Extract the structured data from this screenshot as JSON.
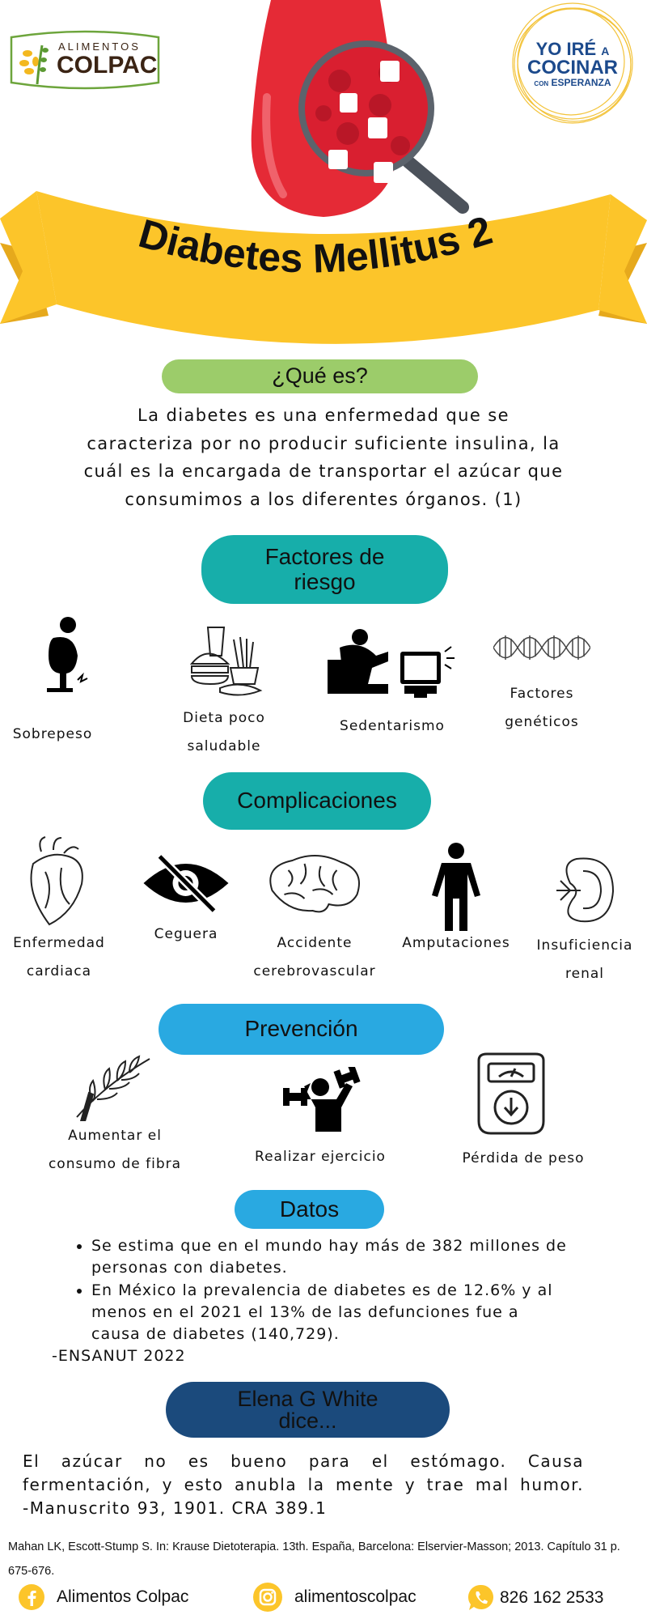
{
  "header": {
    "logo_left": {
      "line1": "ALIMENTOS",
      "line2": "COLPAC"
    },
    "logo_right": {
      "line1": "YO IRÉ",
      "line1b": "A",
      "line2": "COCINAR",
      "line3a": "CON",
      "line3b": "ESPERANZA"
    },
    "title": "Diabetes Mellitus 2"
  },
  "que_es": {
    "heading": "¿Qué es?",
    "lines": [
      "La diabetes es una enfermedad que se",
      "caracteriza por no producir suficiente insulina, la",
      "cuál es la encargada de transportar el azúcar que",
      "consumimos a los diferentes órganos. (1)"
    ]
  },
  "factores": {
    "heading": "Factores de riesgo",
    "items": [
      {
        "label": "Sobrepeso",
        "icon": "overweight-person-icon"
      },
      {
        "label": "Dieta poco saludable",
        "icon": "junk-food-icon"
      },
      {
        "label": "Sedentarismo",
        "icon": "couch-tv-icon"
      },
      {
        "label": "Factores genéticos",
        "icon": "dna-icon"
      }
    ]
  },
  "complicaciones": {
    "heading": "Complicaciones",
    "items": [
      {
        "label": "Enfermedad cardiaca",
        "icon": "heart-icon"
      },
      {
        "label": "Ceguera",
        "icon": "eye-slash-icon"
      },
      {
        "label": "Accidente cerebrovascular",
        "icon": "brain-icon"
      },
      {
        "label": "Amputaciones",
        "icon": "person-icon"
      },
      {
        "label": "Insuficiencia renal",
        "icon": "kidney-icon"
      }
    ]
  },
  "prevencion": {
    "heading": "Prevención",
    "items": [
      {
        "label": "Aumentar el consumo de fibra",
        "icon": "wheat-icon"
      },
      {
        "label": "Realizar ejercicio",
        "icon": "dumbbell-person-icon"
      },
      {
        "label": "Pérdida de peso",
        "icon": "scale-icon"
      }
    ]
  },
  "datos": {
    "heading": "Datos",
    "bullets": [
      "Se estima que en el mundo hay más de 382 millones de personas con diabetes.",
      "En México la prevalencia de diabetes es de 12.6% y al menos en el 2021 el 13% de las defunciones fue a causa de diabetes (140,729)."
    ],
    "source": "-ENSANUT 2022"
  },
  "elena": {
    "heading": "Elena G White dice...",
    "quote": "El azúcar no es bueno para el estómago. Causa fermentación, y esto anubla la mente y trae mal humor.",
    "citation": "-Manuscrito 93, 1901. CRA 389.1"
  },
  "reference": "Mahan LK, Escott-Stump S. In: Krause Dietoterapia. 13th. España, Barcelona: Elservier-Masson; 2013. Capítulo 31 p. 675-676.",
  "footer": {
    "facebook": "Alimentos Colpac",
    "instagram": "alimentoscolpac",
    "whatsapp": "826 162 2533"
  },
  "colors": {
    "yellow": "#fcc52a",
    "green": "#9ccc6a",
    "teal": "#17aeaa",
    "blue": "#29a9e1",
    "navy": "#1b4a7c",
    "red": "#e52a36"
  }
}
